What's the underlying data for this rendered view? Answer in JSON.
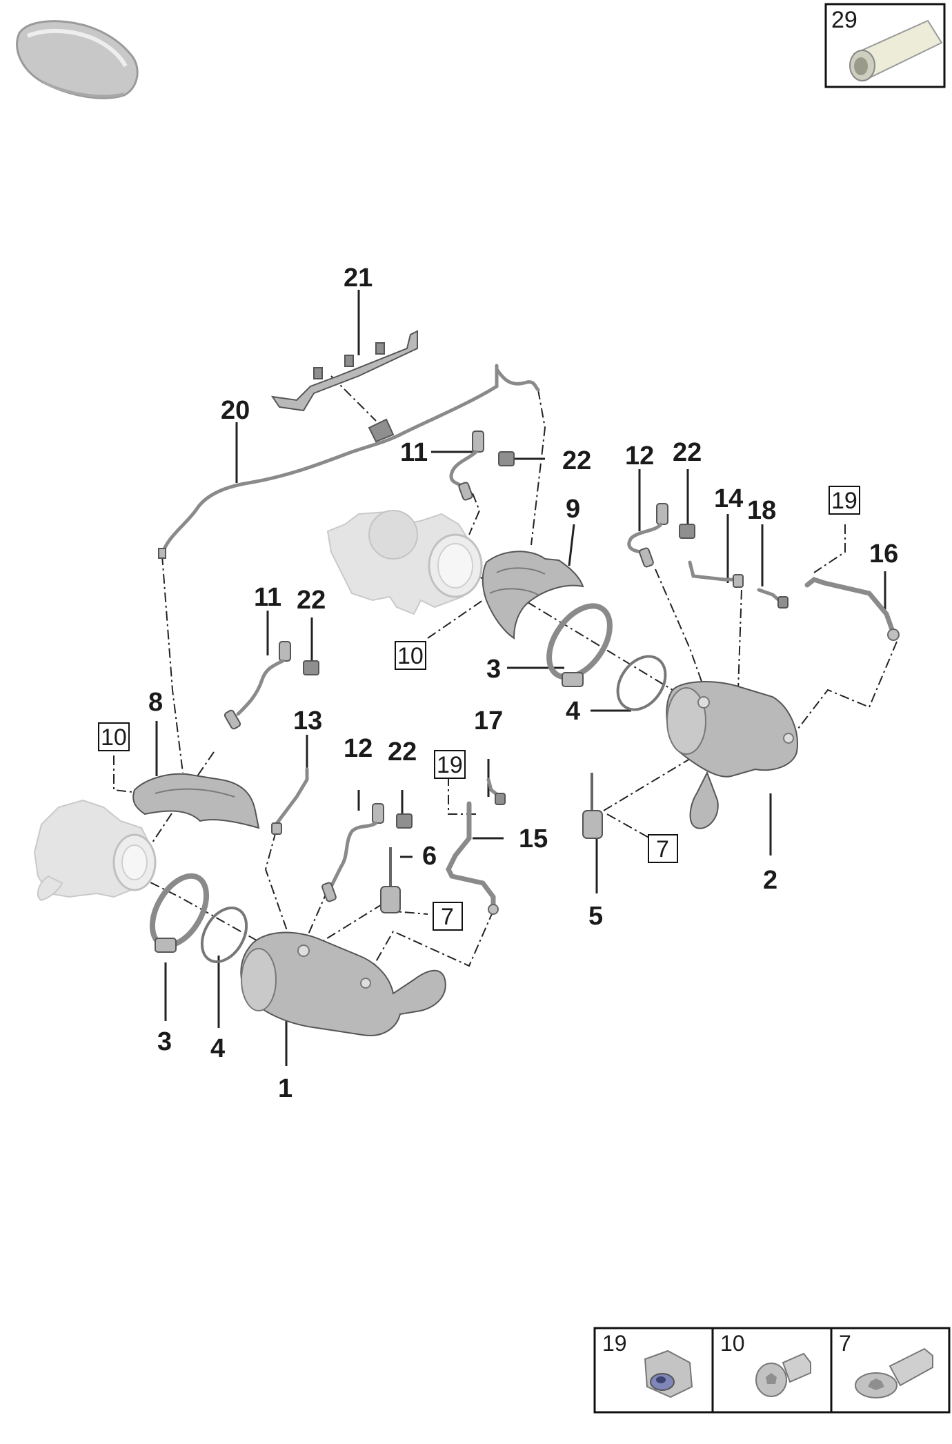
{
  "callouts": {
    "c1": "1",
    "c2": "2",
    "c3a": "3",
    "c3b": "3",
    "c4a": "4",
    "c4b": "4",
    "c5": "5",
    "c6": "6",
    "c8": "8",
    "c9": "9",
    "c11a": "11",
    "c11b": "11",
    "c12a": "12",
    "c12b": "12",
    "c13": "13",
    "c14": "14",
    "c15": "15",
    "c16": "16",
    "c17": "17",
    "c18": "18",
    "c20": "20",
    "c21": "21",
    "c22a": "22",
    "c22b": "22",
    "c22c": "22"
  },
  "boxed_refs": {
    "b7a": "7",
    "b7b": "7",
    "b10a": "10",
    "b10b": "10",
    "b19a": "19",
    "b19b": "19"
  },
  "inset_top": {
    "label": "29"
  },
  "hardware_legend": {
    "cells": [
      {
        "label": "19",
        "icon": "flange-nut-icon"
      },
      {
        "label": "10",
        "icon": "socket-head-bolt-icon"
      },
      {
        "label": "7",
        "icon": "torx-bolt-icon"
      }
    ]
  },
  "colors": {
    "ink": "#1a1a1a",
    "part_gray": "#b9b9b9",
    "ghost_gray": "#e4e4e4",
    "nut_blue": "#7f86b8"
  }
}
